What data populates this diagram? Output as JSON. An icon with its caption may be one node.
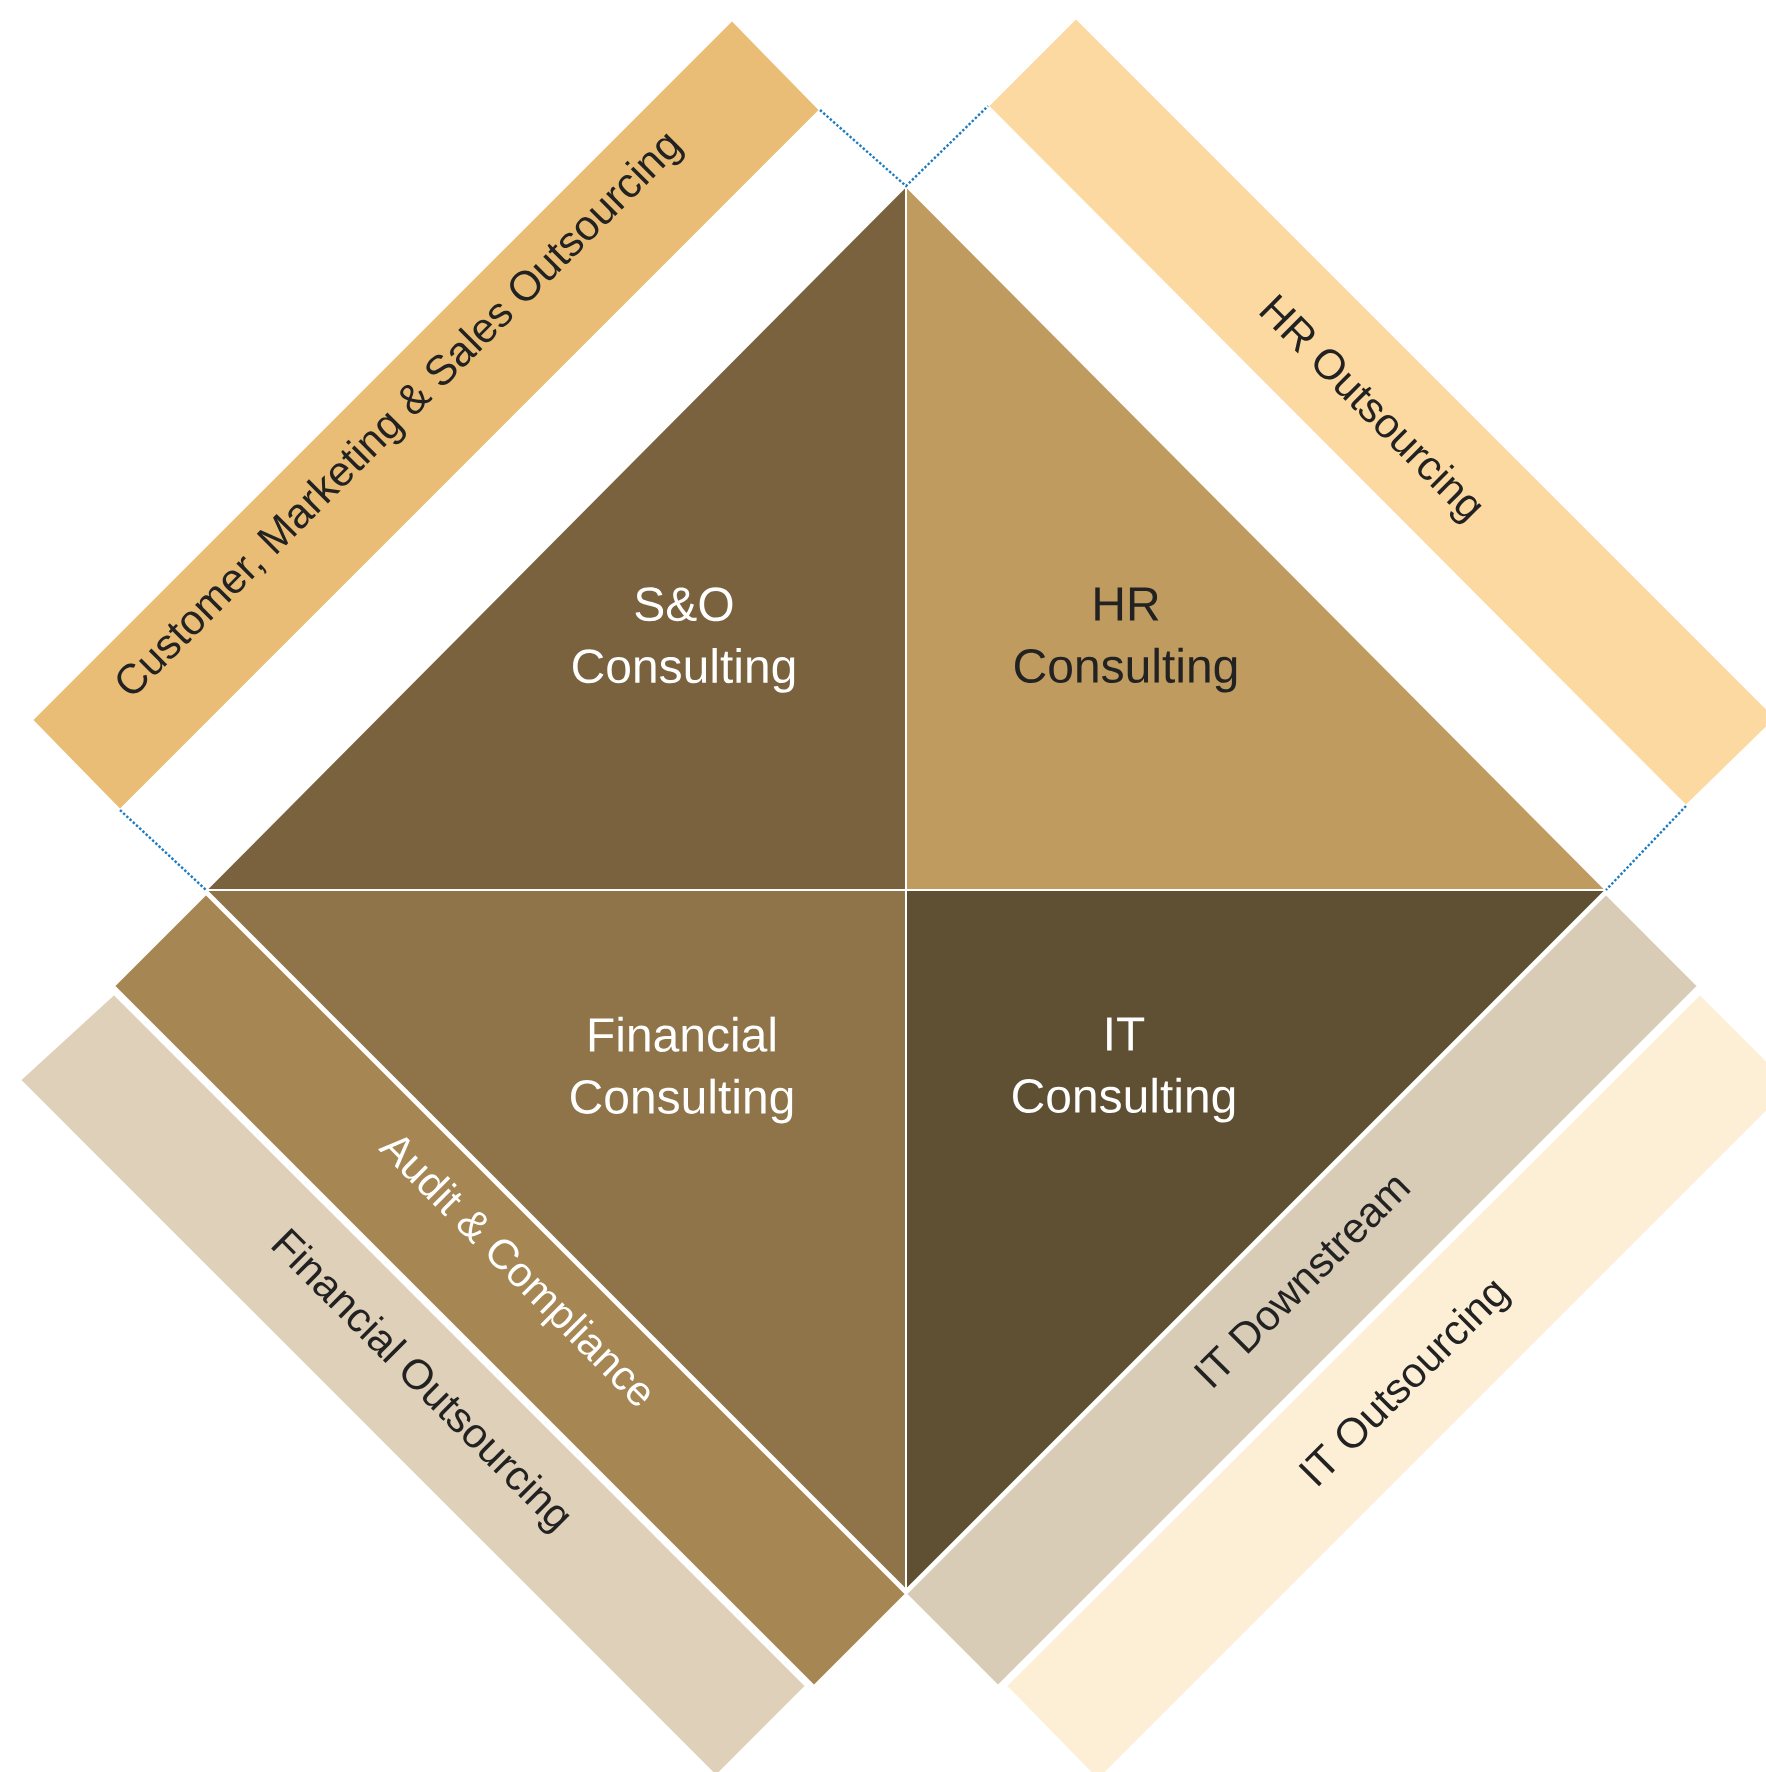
{
  "diagram": {
    "nodes": [
      {
        "text": [
          "Customer, Marketing & Sales Outsourcing"
        ]
      },
      {
        "text": [
          "HR Outsourcing"
        ]
      },
      {
        "text": [
          "S&O Consulting"
        ]
      },
      {
        "text": [
          "HR Consulting"
        ]
      },
      {
        "text": [
          "Financial Consulting"
        ]
      },
      {
        "text": [
          "IT Consulting"
        ]
      },
      {
        "text": [
          "Audit & Compliance"
        ]
      },
      {
        "text": [
          "Financial Outsourcing"
        ]
      },
      {
        "text": [
          "IT Downstream"
        ]
      },
      {
        "text": [
          "IT Outsourcing"
        ]
      }
    ],
    "edges": [
      {
        "from": 0,
        "to": 4,
        "arrow": "none",
        "style": "dashed",
        "color": "#1a7ac0"
      },
      {
        "from": 0,
        "to": 1,
        "arrow": "none",
        "style": "dashed",
        "color": "#1a7ac0"
      },
      {
        "from": 1,
        "to": 5,
        "arrow": "none",
        "style": "dashed",
        "color": "#1a7ac0"
      }
    ]
  }
}
